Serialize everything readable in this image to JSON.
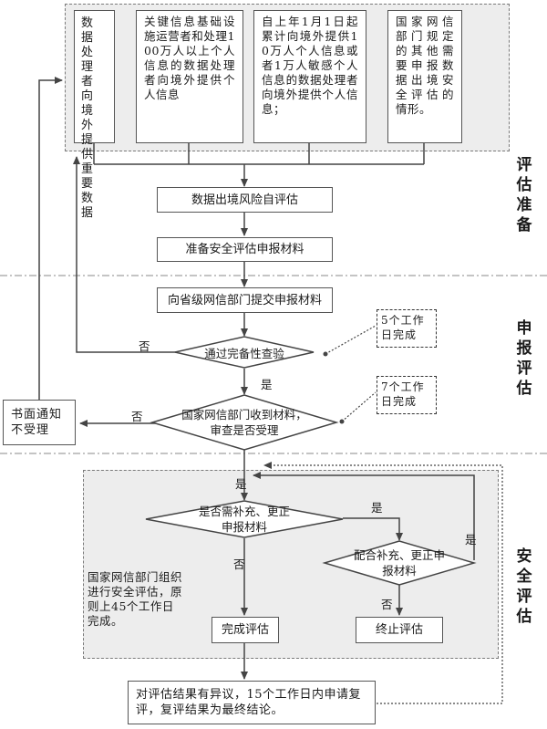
{
  "phases": {
    "prep": "评估准备",
    "apply": "申报评估",
    "assess": "安全评估"
  },
  "conditions": [
    "数据处理者向境外提供重要数据",
    "关键信息基础设施运营者和处理100万人以上个人信息的数据处理者向境外提供个人信息",
    "自上年1月1日起累计向境外提供10万人个人信息或者1万人敏感个人信息的数据处理者向境外提供个人信息；",
    "国家网信部门规定的其他需要申报数据出境安全评估的情形。"
  ],
  "steps": {
    "self_assess": "数据出境风险自评估",
    "prepare": "准备安全评估申报材料",
    "submit": "向省级网信部门提交申报材料",
    "completeness": "通过完备性查验",
    "accept": "国家网信部门收到材料，审查是否受理",
    "need_supplement": "是否需补充、更正申报材料",
    "cooperate": "配合补充、更正申报材料",
    "complete": "完成评估",
    "terminate": "终止评估",
    "reject": "书面通知不受理",
    "review": "对评估结果有异议，15个工作日内申请复评，复评结果为最终结论。"
  },
  "notes": {
    "five_days": "5个工作日完成",
    "seven_days": "7个工作日完成",
    "assess_note": "国家网信部门组织进行安全评估，原则上45个工作日完成。"
  },
  "labels": {
    "yes": "是",
    "no": "否"
  }
}
